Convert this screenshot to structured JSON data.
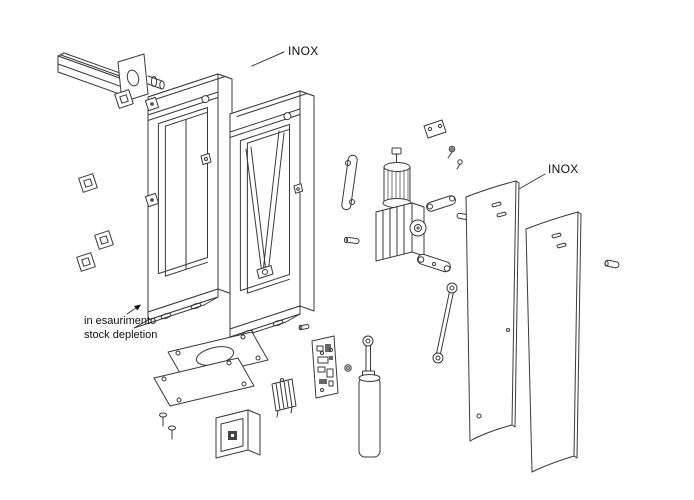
{
  "colors": {
    "line": "#3a3a3a",
    "text": "#111111",
    "background": "#ffffff"
  },
  "labels": {
    "inox_top": "INOX",
    "inox_right": "INOX"
  },
  "note": {
    "line1_it": "in esaurimento",
    "line2_en": "stock depletion"
  }
}
